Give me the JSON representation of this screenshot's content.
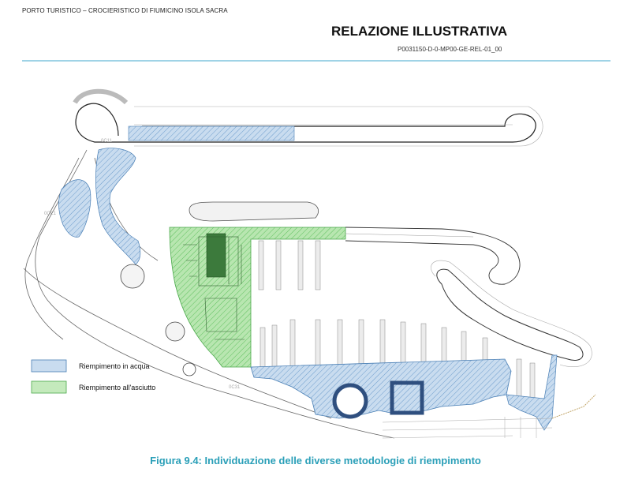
{
  "header": {
    "project": "PORTO TURISTICO – CROCIERISTICO DI FIUMICINO ISOLA SACRA",
    "title": "RELAZIONE ILLUSTRATIVA",
    "code": "P0031150-D-0-MP00-GE-REL-01_00"
  },
  "legend": {
    "items": [
      {
        "label": "Riempimento in acqua",
        "color": "#8ab4dc"
      },
      {
        "label": "Riempimento all'asciutto",
        "color": "#8cd68c"
      }
    ]
  },
  "map": {
    "labels": [
      "0C11",
      "0CE1",
      "0C31"
    ]
  },
  "caption": {
    "number": "Figura 9.4:",
    "text": "Individuazione delle diverse metodologie di riempimento"
  }
}
